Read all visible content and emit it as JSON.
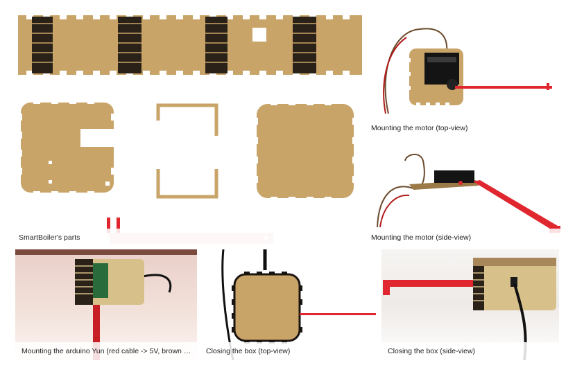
{
  "gallery": {
    "items": [
      {
        "caption": "SmartBoiler's parts"
      },
      {
        "caption": "Mounting the motor (top-view)"
      },
      {
        "caption": "Mounting the motor (side-view)"
      },
      {
        "caption": "Mounting the arduino Yun (red cable -> 5V, brown …"
      },
      {
        "caption": "Closing the box (top-view)"
      },
      {
        "caption": "Closing the box (side-view)"
      }
    ]
  },
  "colors": {
    "wood": "#c9a468",
    "wood_dark": "#8a6a3c",
    "acrylic_red": "#e0262e",
    "caption_bg": "#ffffff"
  }
}
